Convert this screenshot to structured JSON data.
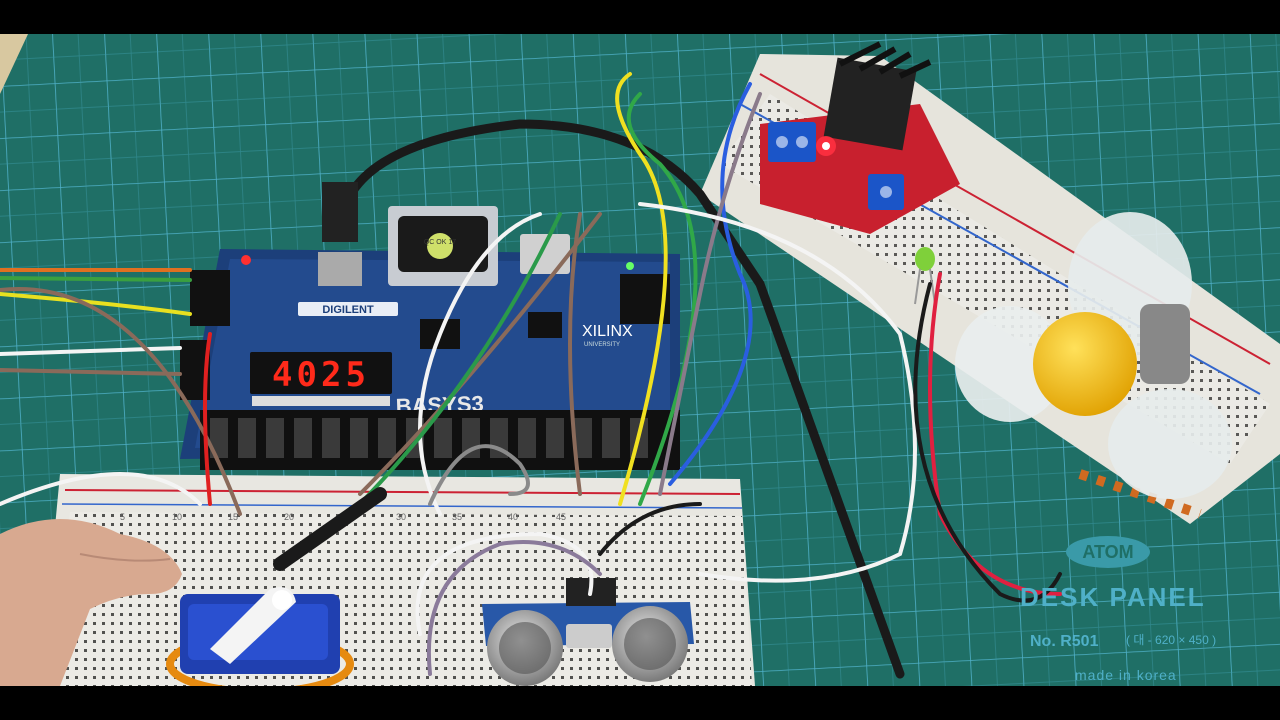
{
  "photo": {
    "seven_segment_display": "4025",
    "board": {
      "brand": "DIGILENT",
      "model": "BASYS3",
      "chip_brand": "XILINX",
      "chip_sub": "UNIVERSITY"
    },
    "vga_sticker": "QC OK 17",
    "mat": {
      "brand": "ATOM",
      "product": "DESK PANEL",
      "model_no": "No. R501",
      "size_note": "( 대 - 620 × 450 )",
      "origin": "made in korea"
    },
    "breadboard_numbers": [
      "5",
      "10",
      "15",
      "20",
      "25",
      "30",
      "35",
      "40",
      "45"
    ]
  },
  "colors": {
    "mat_green": "#1f6f66",
    "grid_line": "#4fb0c8",
    "board_blue": "#1c3f7a",
    "led_red": "#ff2a1a",
    "fan_yellow": "#f5b700",
    "servo_blue": "#2040b0"
  }
}
